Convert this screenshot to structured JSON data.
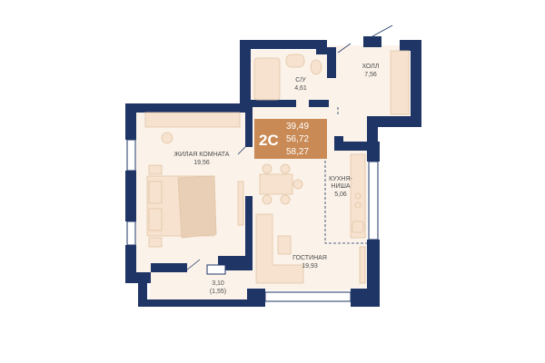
{
  "plan": {
    "apartment_code": "2С",
    "areas": [
      "39,49",
      "56,72",
      "58,27"
    ],
    "rooms": {
      "bathroom": {
        "name": "С/У",
        "area": "4,61"
      },
      "hall": {
        "name": "ХОЛЛ",
        "area": "7,56"
      },
      "bedroom": {
        "name": "ЖИЛАЯ КОМНАТА",
        "area": "19,56"
      },
      "kitchen": {
        "name_line1": "КУХНЯ-",
        "name_line2": "НИША",
        "area": "5,06"
      },
      "living": {
        "name": "ГОСТИНАЯ",
        "area": "19,93"
      },
      "balcony": {
        "area": "3,10",
        "area_reduced": "(1,55)"
      }
    }
  },
  "colors": {
    "wall": "#1f3566",
    "floor": "#fbf3ea",
    "furniture": "#e9cfb5",
    "badge": "#c98a55"
  }
}
